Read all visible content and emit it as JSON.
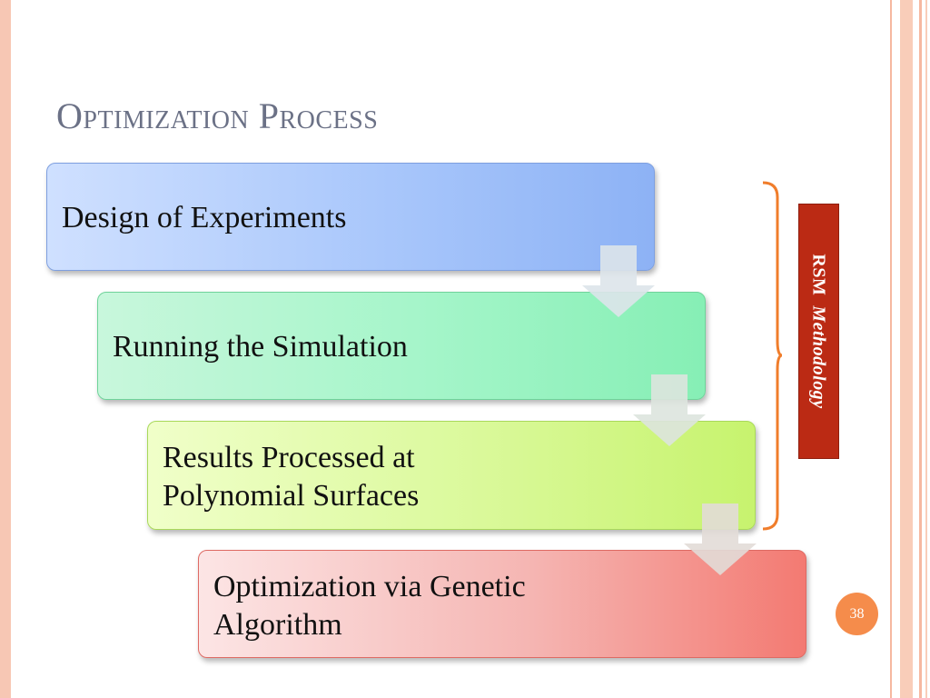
{
  "slide": {
    "title": "Optimization Process",
    "steps": [
      {
        "text": "Design of Experiments",
        "color": "#a9c7fb"
      },
      {
        "text": "Running the Simulation",
        "color": "#a4f5c9"
      },
      {
        "text": "Results Processed at\nPolynomial Surfaces",
        "color": "#daf99a"
      },
      {
        "text": "Optimization via Genetic\nAlgorithm",
        "color": "#f5b5b2"
      }
    ],
    "side_label": {
      "prefix": "RSM",
      "emphasis": "Methodology",
      "background": "#bb2a14"
    },
    "brace_color": "#f07d2b",
    "page_number": "38",
    "page_badge_color": "#f58c4b"
  }
}
